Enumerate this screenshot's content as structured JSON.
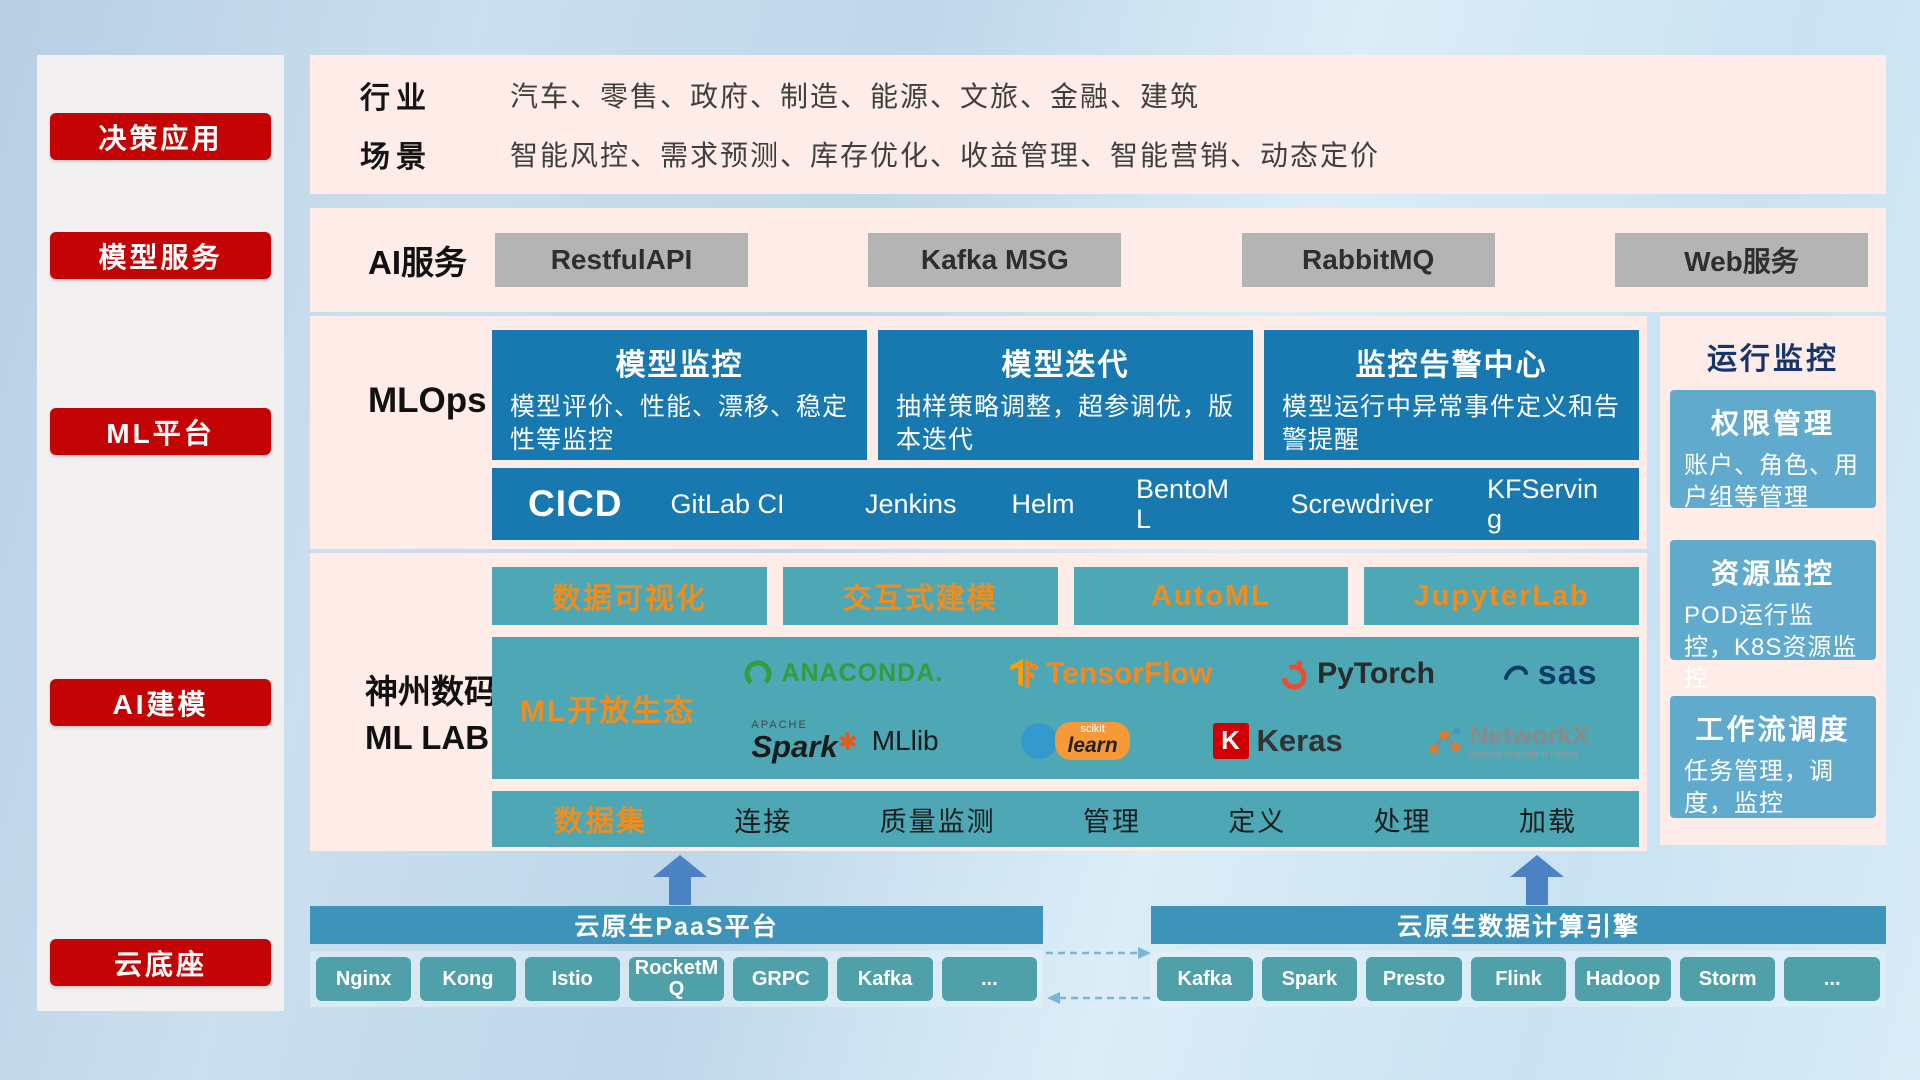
{
  "sidebar": {
    "items": [
      {
        "label": "决策应用"
      },
      {
        "label": "模型服务"
      },
      {
        "label": "ML平台"
      },
      {
        "label": "AI建模"
      },
      {
        "label": "云底座"
      }
    ]
  },
  "industry": {
    "rows": [
      {
        "label": "行业",
        "value": "汽车、零售、政府、制造、能源、文旅、金融、建筑"
      },
      {
        "label": "场景",
        "value": "智能风控、需求预测、库存优化、收益管理、智能营销、动态定价"
      }
    ]
  },
  "ai_service": {
    "label": "AI服务",
    "buttons": [
      {
        "label": "RestfulAPI"
      },
      {
        "label": "Kafka MSG"
      },
      {
        "label": "RabbitMQ"
      },
      {
        "label": "Web服务"
      }
    ]
  },
  "mlops": {
    "label": "MLOps",
    "cards": [
      {
        "title": "模型监控",
        "desc": "模型评价、性能、漂移、稳定性等监控"
      },
      {
        "title": "模型迭代",
        "desc": "抽样策略调整，超参调优，版本迭代"
      },
      {
        "title": "监控告警中心",
        "desc": "模型运行中异常事件定义和告警提醒"
      }
    ],
    "cicd": {
      "title": "CICD",
      "items": [
        {
          "label": "GitLab CI"
        },
        {
          "label": "Jenkins"
        },
        {
          "label": "Helm"
        },
        {
          "label": "BentoML"
        },
        {
          "label": "Screwdriver"
        },
        {
          "label": "KFServing"
        }
      ]
    }
  },
  "monitor": {
    "title": "运行监控",
    "cards": [
      {
        "title": "权限管理",
        "desc": "账户、角色、用户组等管理"
      },
      {
        "title": "资源监控",
        "desc": "POD运行监控，K8S资源监控"
      },
      {
        "title": "工作流调度",
        "desc": "任务管理，调度，监控"
      }
    ]
  },
  "mllab": {
    "label_line1": "神州数码",
    "label_line2": "ML LAB",
    "top_buttons": [
      {
        "label": "数据可视化"
      },
      {
        "label": "交互式建模"
      },
      {
        "label": "AutoML"
      },
      {
        "label": "JupyterLab"
      }
    ],
    "eco_label": "ML开放生态",
    "logos": [
      {
        "name": "anaconda",
        "text": "ANACONDA."
      },
      {
        "name": "tensorflow",
        "text": "TensorFlow"
      },
      {
        "name": "pytorch",
        "text": "PyTorch"
      },
      {
        "name": "sas",
        "text": "sas"
      },
      {
        "name": "spark-mllib",
        "apache": "APACHE",
        "text": "Spark",
        "lib": "MLlib"
      },
      {
        "name": "scikit-learn",
        "top": "scikit",
        "text": "learn"
      },
      {
        "name": "keras",
        "letter": "K",
        "text": "Keras"
      },
      {
        "name": "networkx",
        "text": "NetworkX",
        "sub": "Network Analysis in Python"
      }
    ],
    "data_row": {
      "first": "数据集",
      "items": [
        {
          "label": "连接"
        },
        {
          "label": "质量监测"
        },
        {
          "label": "管理"
        },
        {
          "label": "定义"
        },
        {
          "label": "处理"
        },
        {
          "label": "加载"
        }
      ]
    }
  },
  "bottom": {
    "paas": {
      "title": "云原生PaaS平台",
      "items": [
        {
          "label": "Nginx"
        },
        {
          "label": "Kong"
        },
        {
          "label": "Istio"
        },
        {
          "label": "RocketMQ"
        },
        {
          "label": "GRPC"
        },
        {
          "label": "Kafka"
        },
        {
          "label": "..."
        }
      ]
    },
    "compute": {
      "title": "云原生数据计算引擎",
      "items": [
        {
          "label": "Kafka"
        },
        {
          "label": "Spark"
        },
        {
          "label": "Presto"
        },
        {
          "label": "Flink"
        },
        {
          "label": "Hadoop"
        },
        {
          "label": "Storm"
        },
        {
          "label": "..."
        }
      ]
    }
  },
  "colors": {
    "accent_red": "#c40404",
    "panel_pink": "#fdece8",
    "card_blue": "#1878b0",
    "teal": "#4da7b4",
    "orange_text": "#ef8d1e",
    "monitor_card_blue": "#60aacd",
    "bar_header_teal": "#3e93ba",
    "small_button_teal": "#4fa0a9"
  }
}
